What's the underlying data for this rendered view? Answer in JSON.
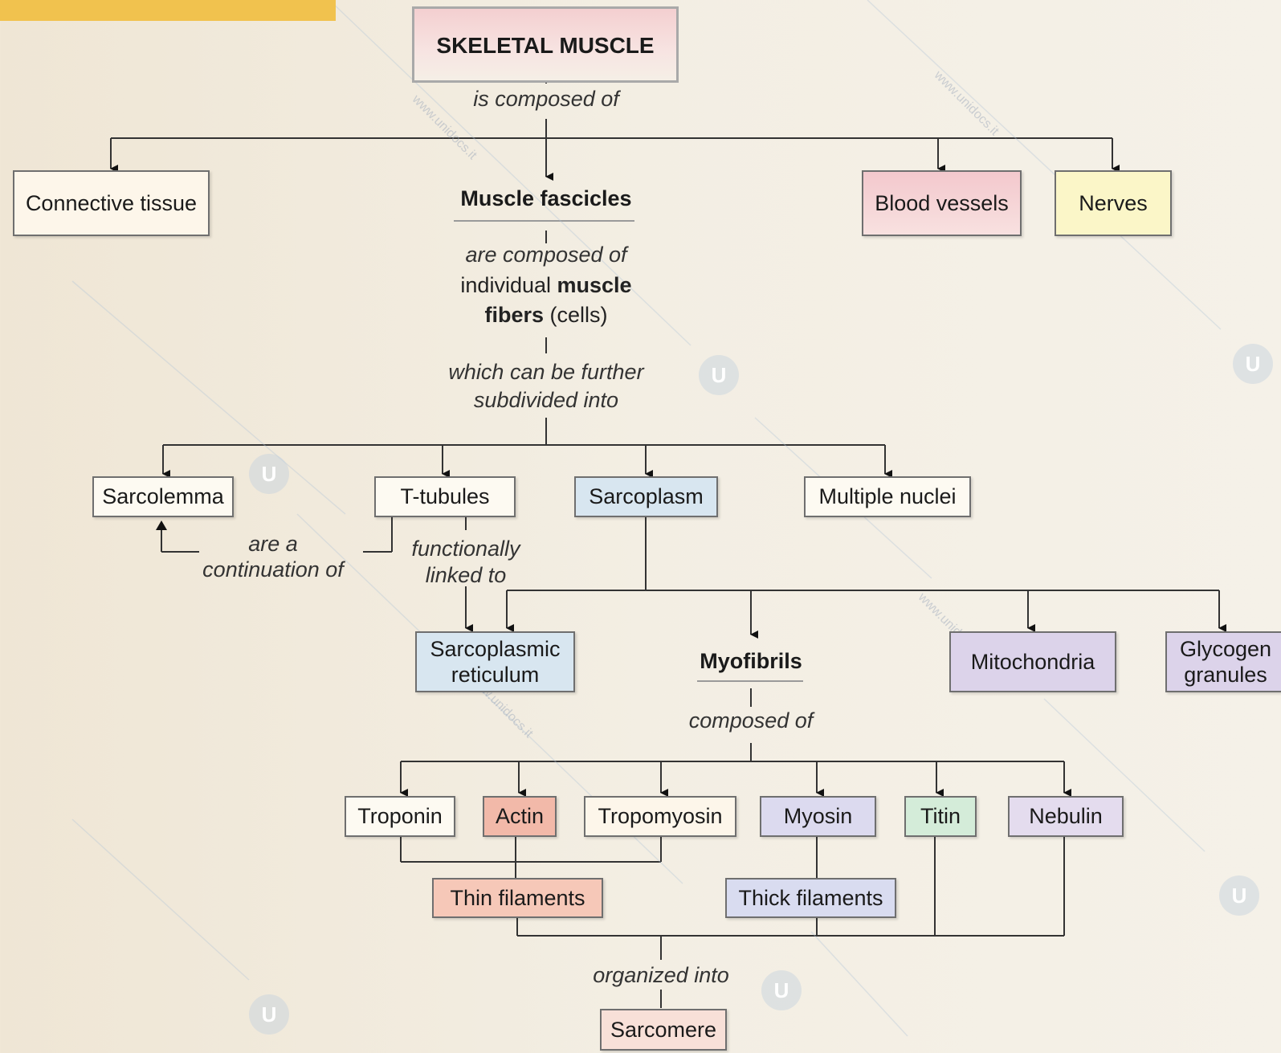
{
  "title": "SKELETAL MUSCLE",
  "link_composed": "is composed of",
  "level1": {
    "connective": "Connective tissue",
    "fascicles": "Muscle fascicles",
    "blood": "Blood vessels",
    "nerves": "Nerves"
  },
  "fascicles_text": {
    "line1": "are composed of",
    "line2_pre": "individual ",
    "line2_bold": "muscle",
    "line3_bold": "fibers",
    "line3_post": " (cells)"
  },
  "subdivide": {
    "line1": "which can be further",
    "line2": "subdivided into"
  },
  "level2": {
    "sarcolemma": "Sarcolemma",
    "ttubules": "T-tubules",
    "sarcoplasm": "Sarcoplasm",
    "nuclei": "Multiple nuclei"
  },
  "continuation": {
    "line1": "are a",
    "line2": "continuation of"
  },
  "functional": {
    "line1": "functionally",
    "line2": "linked to"
  },
  "level3": {
    "sr_line1": "Sarcoplasmic",
    "sr_line2": "reticulum",
    "myofibrils": "Myofibrils",
    "mitochondria": "Mitochondria",
    "glycogen_line1": "Glycogen",
    "glycogen_line2": "granules"
  },
  "myofibril_link": "composed of",
  "proteins": {
    "troponin": "Troponin",
    "actin": "Actin",
    "tropomyosin": "Tropomyosin",
    "myosin": "Myosin",
    "titin": "Titin",
    "nebulin": "Nebulin"
  },
  "filaments": {
    "thin": "Thin filaments",
    "thick": "Thick filaments"
  },
  "organized": "organized into",
  "sarcomere": "Sarcomere",
  "watermark": "www.unidocs.it",
  "watermark_logo": "U",
  "colors": {
    "title_bg": "#f4cfd0",
    "cream": "#fdf6ea",
    "pink": "#f5d3d6",
    "yellow": "#fbf6c8",
    "blue": "#d8e6f0",
    "purple": "#dcd3ea",
    "salmon": "#f2b9a9",
    "green": "#d4ecd9",
    "thin_filaments": "#f6c8b8",
    "thick_filaments": "#d9dcf0",
    "sarcomere": "#f8e0d8"
  }
}
